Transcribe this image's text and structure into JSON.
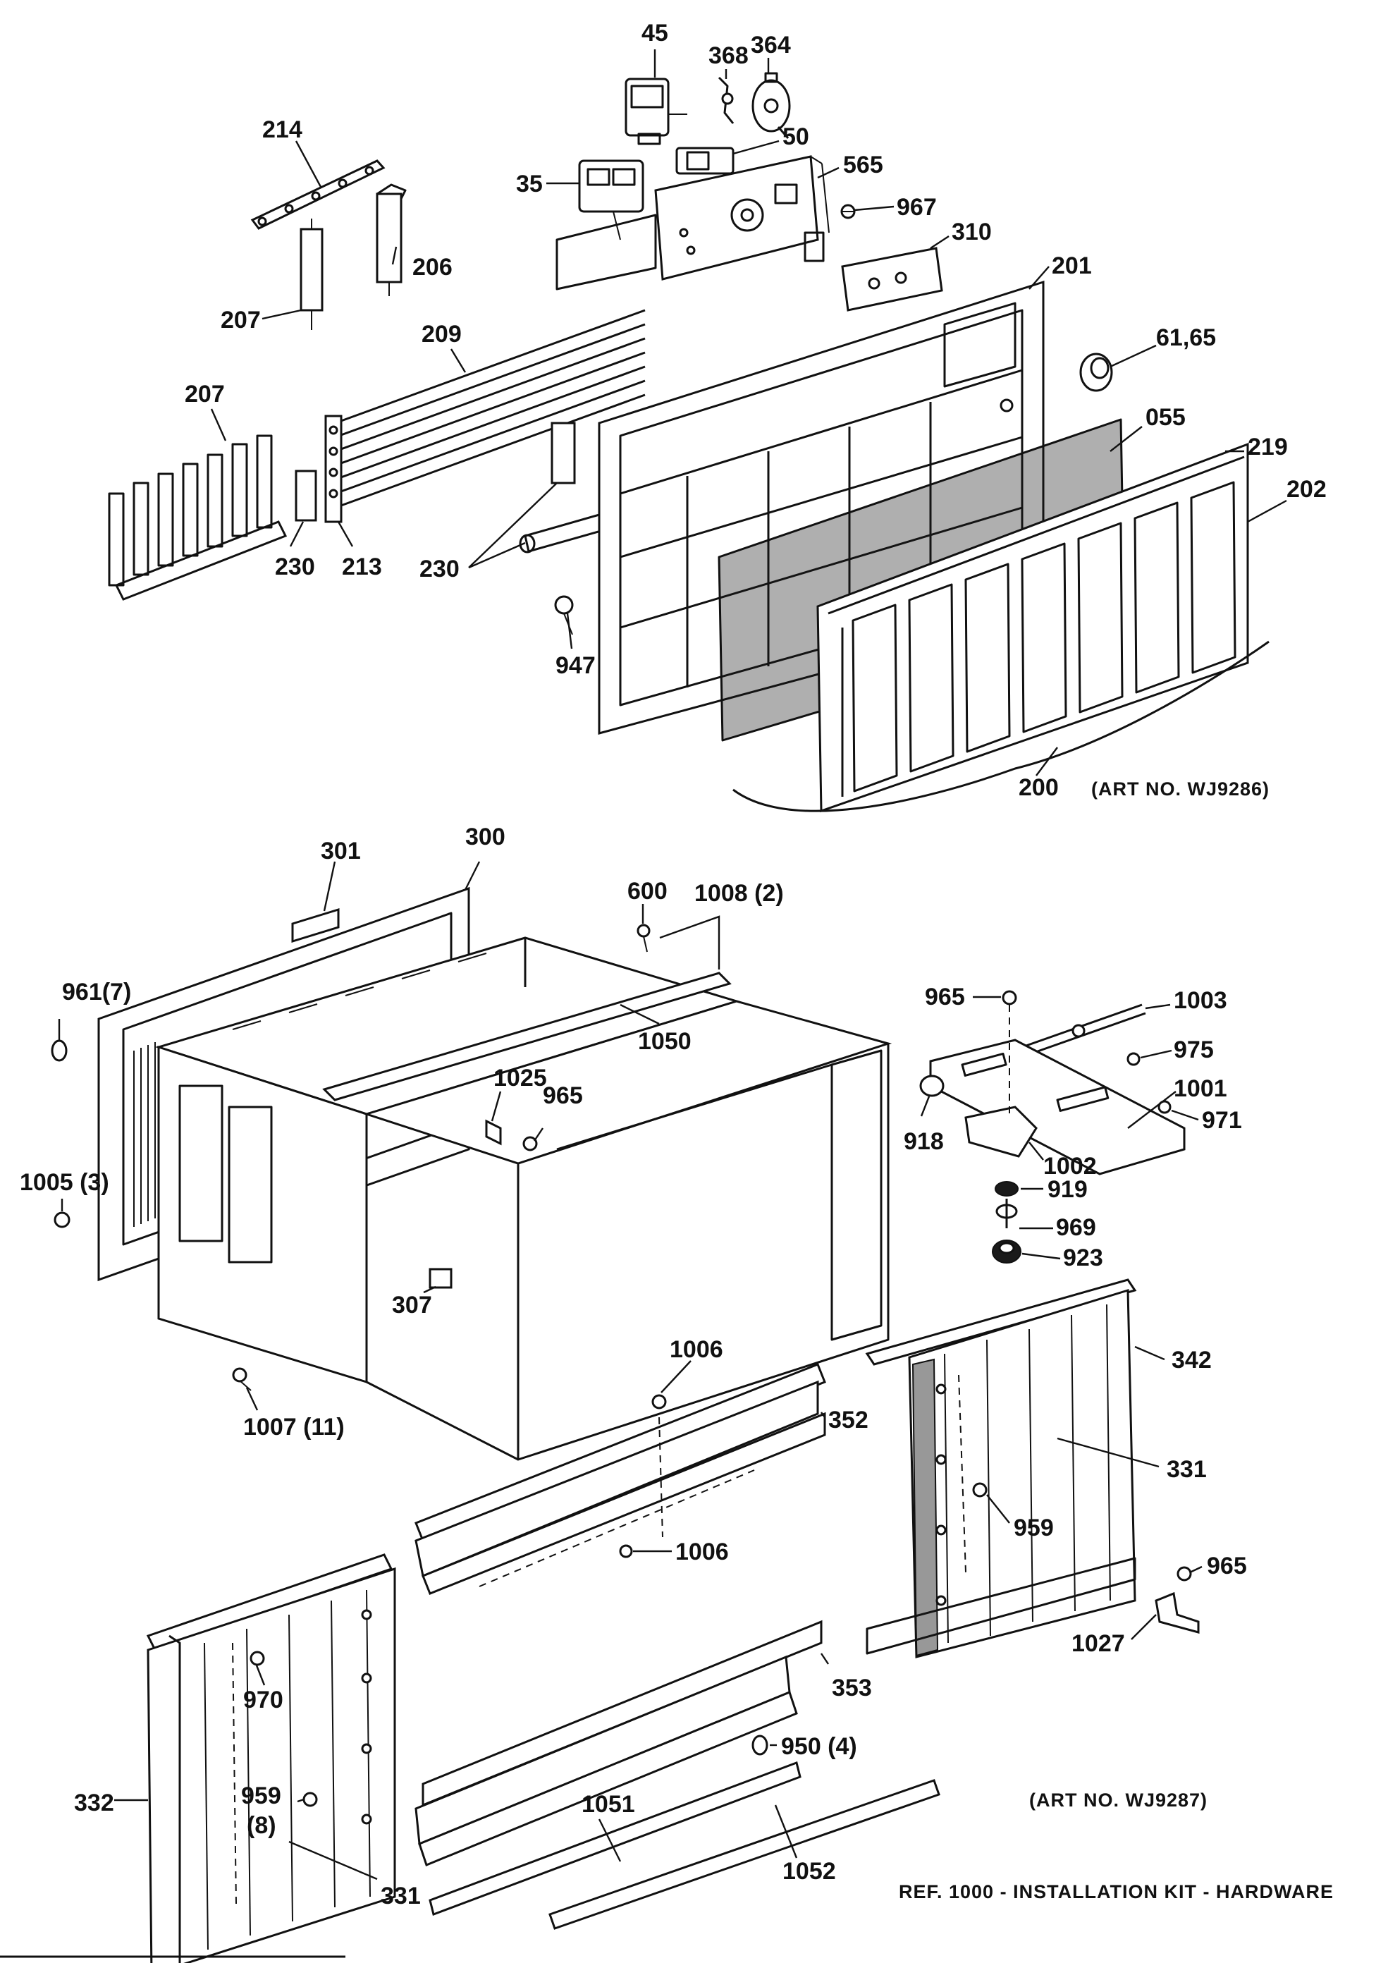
{
  "diagram": {
    "art_top": "(ART NO. WJ9286)",
    "art_bottom": "(ART NO. WJ9287)",
    "reference_note": "REF. 1000 - INSTALLATION KIT - HARDWARE"
  },
  "labels": {
    "p45": "45",
    "p368": "368",
    "p364": "364",
    "p214": "214",
    "p50": "50",
    "p35": "35",
    "p565": "565",
    "p967": "967",
    "p206": "206",
    "p310": "310",
    "p201": "201",
    "p207a": "207",
    "p209": "209",
    "p6165": "61,65",
    "p207b": "207",
    "p055": "055",
    "p219": "219",
    "p202": "202",
    "p230a": "230",
    "p213": "213",
    "p230b": "230",
    "p947": "947",
    "p200": "200",
    "p301": "301",
    "p300": "300",
    "p600": "600",
    "p1008": "1008 (2)",
    "p961": "961(7)",
    "p1050": "1050",
    "p965a": "965",
    "p1003": "1003",
    "p975": "975",
    "p1001": "1001",
    "p971": "971",
    "p918": "918",
    "p1002": "1002",
    "p1025": "1025",
    "p965b": "965",
    "p1005": "1005 (3)",
    "p919": "919",
    "p969": "969",
    "p923": "923",
    "p307": "307",
    "p1006a": "1006",
    "p342": "342",
    "p1007": "1007 (11)",
    "p352": "352",
    "p331a": "331",
    "p959a": "959",
    "p1006b": "1006",
    "p965c": "965",
    "p1027": "1027",
    "p970": "970",
    "p353": "353",
    "p950": "950 (4)",
    "p332": "332",
    "p959b": "959",
    "p8": "(8)",
    "p1051": "1051",
    "p331b": "331",
    "p1052": "1052"
  }
}
